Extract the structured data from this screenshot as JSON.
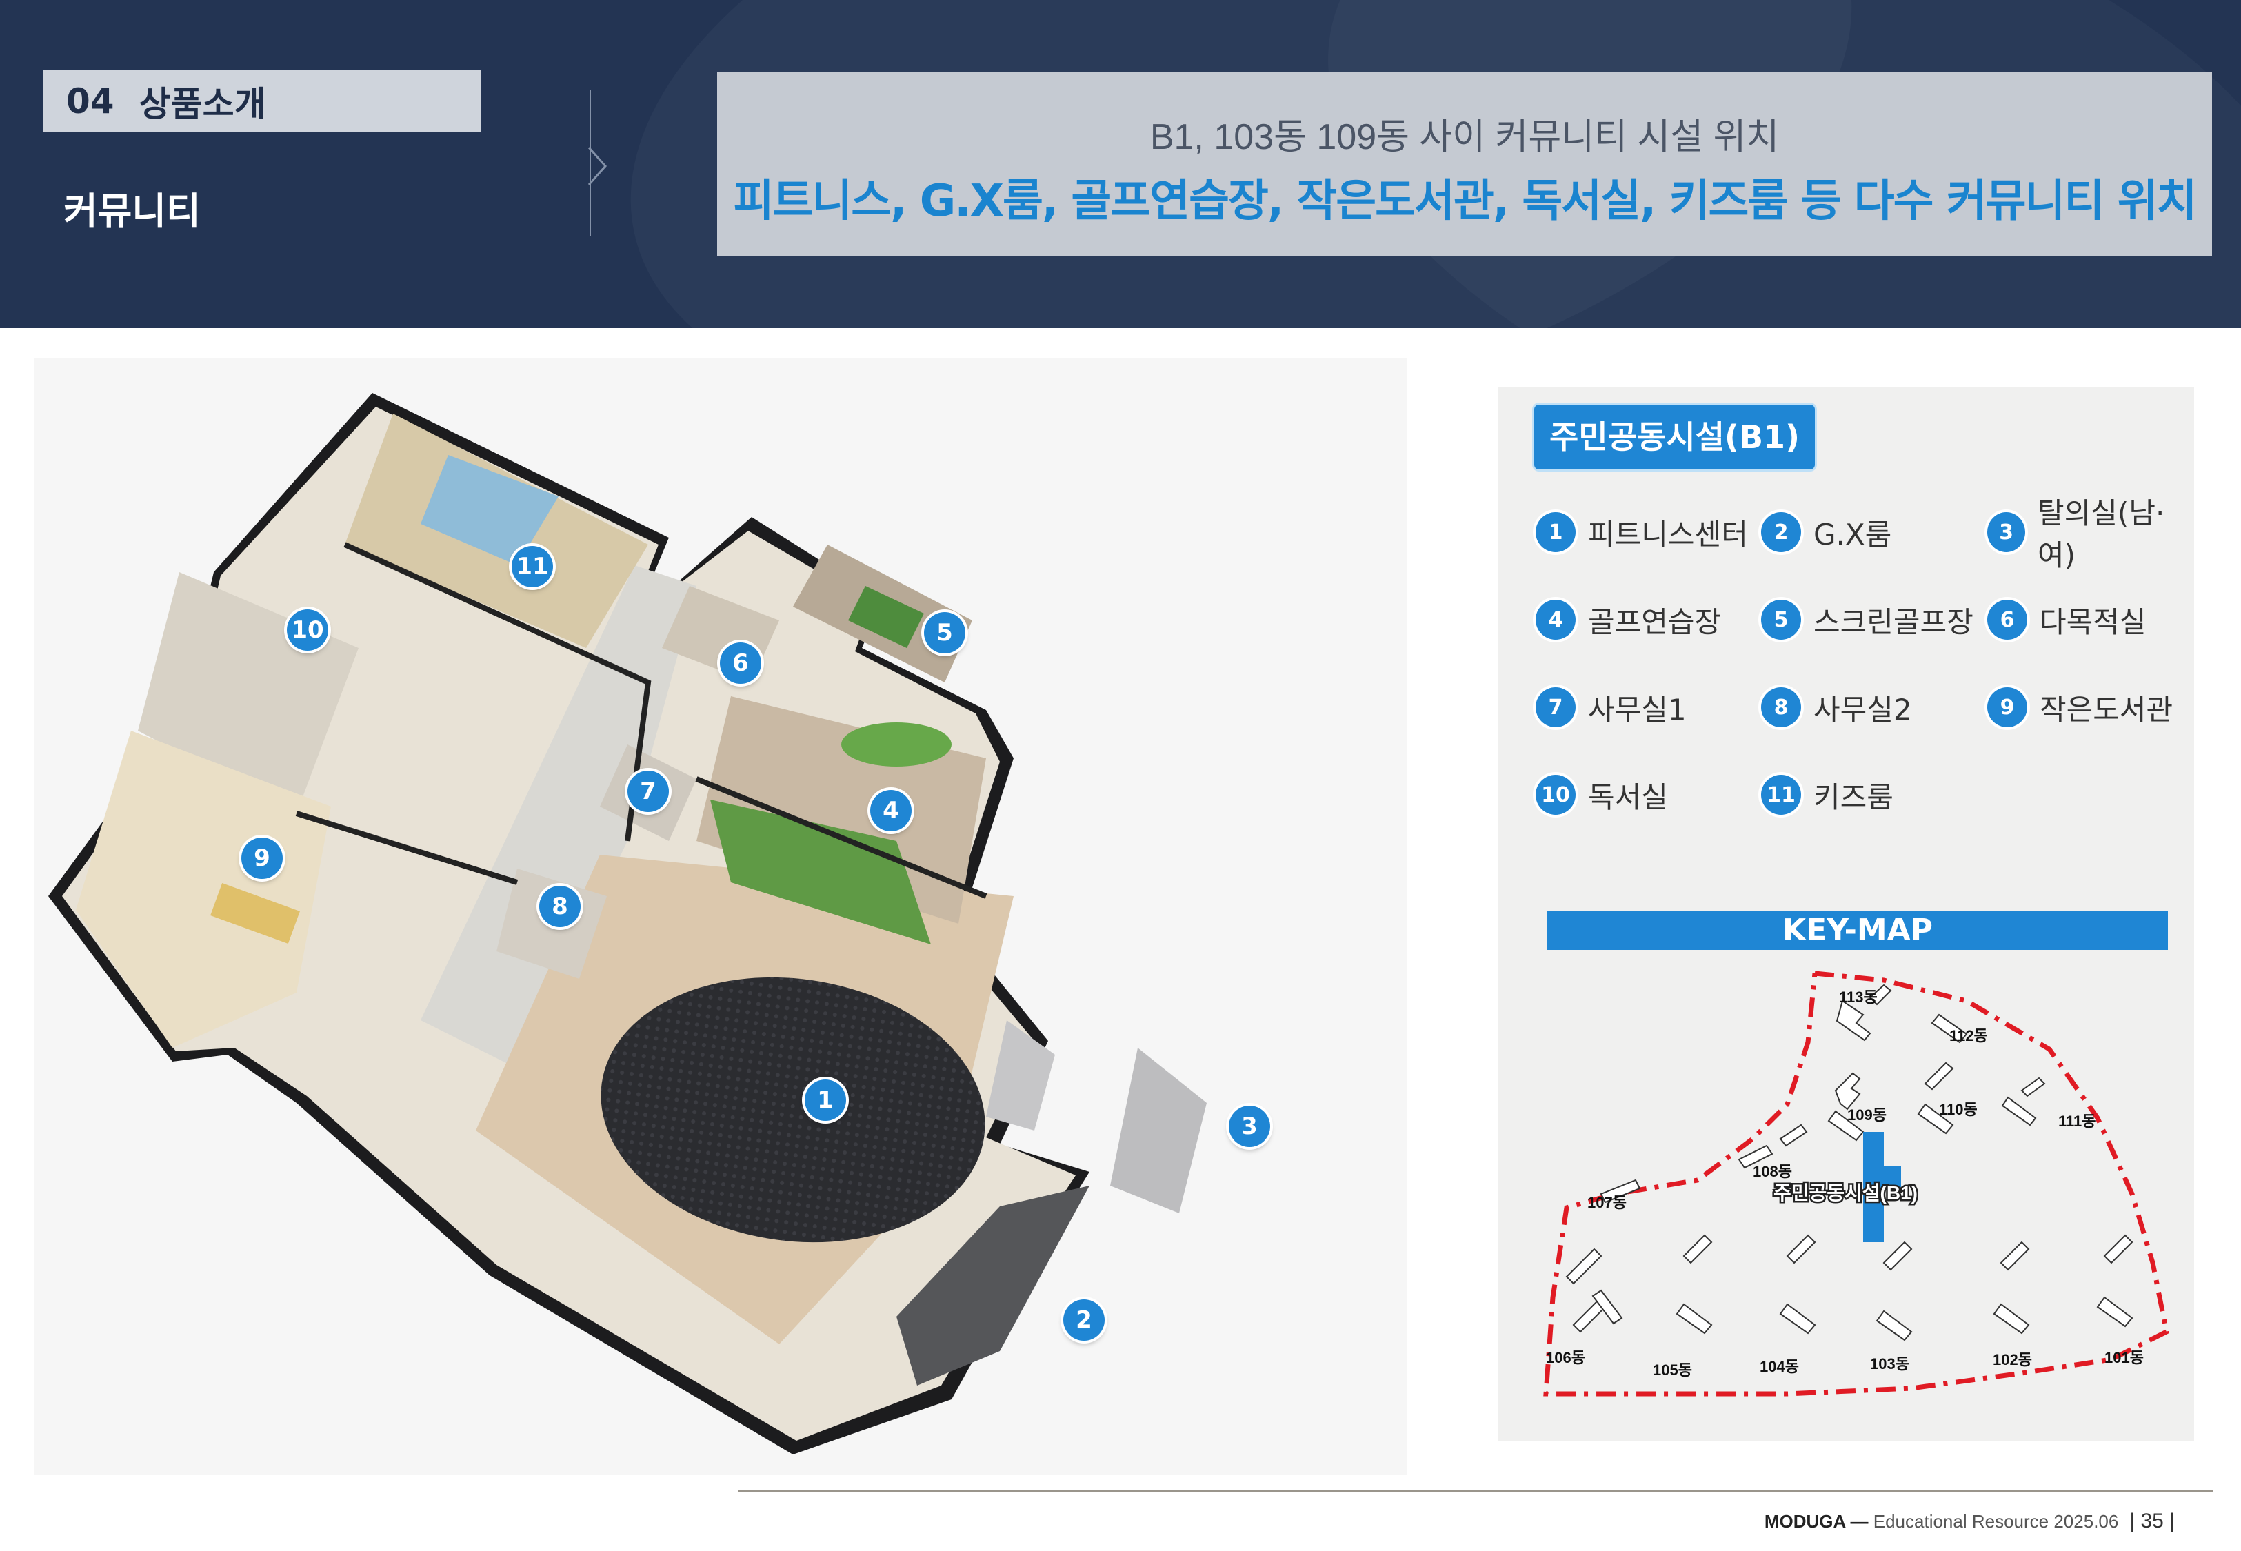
{
  "header": {
    "section_number": "04",
    "section_title": "상품소개",
    "subsection": "커뮤니티",
    "headline_sub": "B1, 103동 109동 사이 커뮤니티 시설 위치",
    "headline_main": "피트니스, G.X룸, 골프연습장, 작은도서관, 독서실, 키즈룸 등 다수 커뮤니티 위치"
  },
  "floorplan": {
    "markers": [
      "1",
      "2",
      "3",
      "4",
      "5",
      "6",
      "7",
      "8",
      "9",
      "10",
      "11"
    ]
  },
  "legend": {
    "title": "주민공동시설(B1)",
    "items": [
      {
        "num": "1",
        "label": "피트니스센터"
      },
      {
        "num": "2",
        "label": "G.X룸"
      },
      {
        "num": "3",
        "label": "탈의실(남·여)"
      },
      {
        "num": "4",
        "label": "골프연습장"
      },
      {
        "num": "5",
        "label": "스크린골프장"
      },
      {
        "num": "6",
        "label": "다목적실"
      },
      {
        "num": "7",
        "label": "사무실1"
      },
      {
        "num": "8",
        "label": "사무실2"
      },
      {
        "num": "9",
        "label": "작은도서관"
      },
      {
        "num": "10",
        "label": "독서실"
      },
      {
        "num": "11",
        "label": "키즈룸"
      }
    ],
    "keymap_title": "KEY-MAP",
    "keymap_labels": {
      "b113": "113동",
      "b112": "112동",
      "b109": "109동",
      "b110": "110동",
      "b111": "111동",
      "b108": "108동",
      "b107": "107동",
      "b106": "106동",
      "b105": "105동",
      "b104": "104동",
      "b103": "103동",
      "b102": "102동",
      "b101": "101동",
      "facility": "주민공동시설(B1)"
    }
  },
  "footer": {
    "brand": "MODUGA",
    "dash": " — ",
    "text": "Educational Resource 2025.06",
    "page": "35"
  },
  "colors": {
    "navy": "#233453",
    "accent_blue": "#1f86d4",
    "keymap_red": "#e01b24"
  }
}
